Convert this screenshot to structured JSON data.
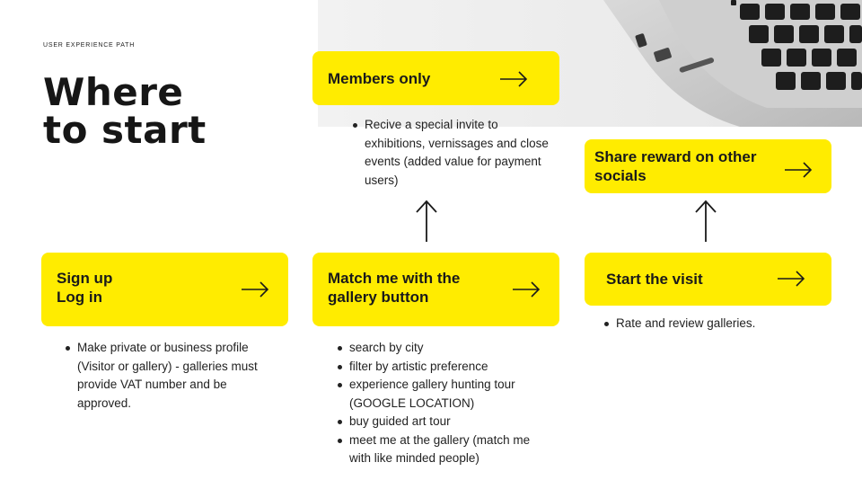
{
  "header": {
    "eyebrow": "USER EXPERIENCE PATH",
    "title_line1": "Where",
    "title_line2": "to start"
  },
  "cards": {
    "members": {
      "label": "Members only",
      "icon": "arrow-right-icon"
    },
    "share": {
      "label_line1": "Share reward on other",
      "label_line2": "socials",
      "icon": "arrow-right-icon"
    },
    "signup": {
      "label_line1": "Sign up",
      "label_line2": "Log in",
      "icon": "arrow-right-icon"
    },
    "match": {
      "label_line1": "Match me with the",
      "label_line2": "gallery button",
      "icon": "arrow-right-icon"
    },
    "visit": {
      "label": "Start the visit",
      "icon": "arrow-right-icon"
    }
  },
  "bullets": {
    "members": [
      "Recive a special invite to exhibitions, vernissages and close events (added value for payment users)"
    ],
    "signup": [
      "Make private or business profile (Visitor or gallery) - galleries must provide VAT number and be approved."
    ],
    "match": [
      "search by city",
      "filter by artistic preference",
      "experience gallery hunting tour (GOOGLE LOCATION)",
      "buy guided art tour",
      "meet me at the gallery (match me with like minded people)"
    ],
    "visit": [
      "Rate and review galleries."
    ]
  },
  "colors": {
    "accent": "#ffec00",
    "text": "#1a1a1a",
    "background": "#ffffff"
  }
}
